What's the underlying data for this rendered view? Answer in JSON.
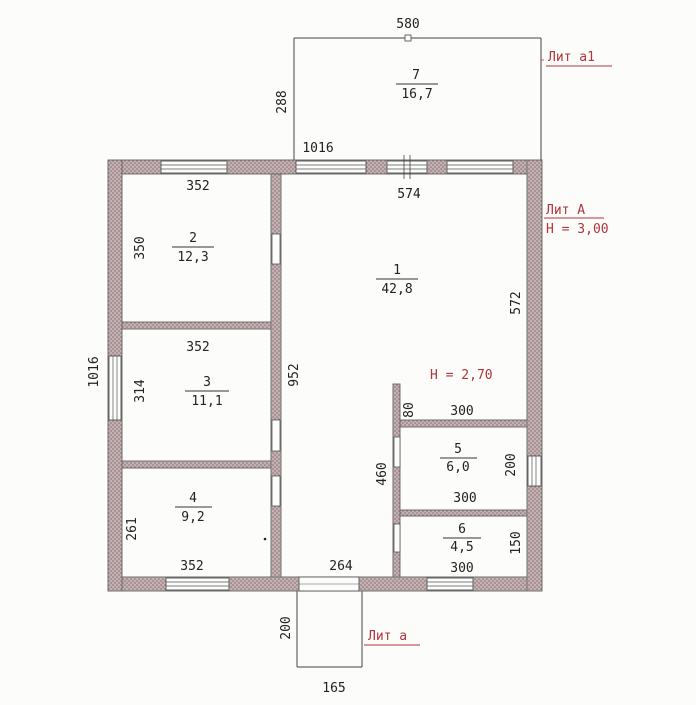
{
  "plan": {
    "overall": {
      "top_annex_width": "580",
      "top_annex_depth": "288",
      "top_wall_segment": "1016",
      "left_height": "1016",
      "door_annex_depth": "200",
      "door_annex_width": "165"
    },
    "labels": {
      "lit_a1": "Лит а1",
      "lit_A": "Лит А",
      "height_A": "H = 3,00",
      "lit_a": "Лит а",
      "height_room1": "H = 2,70"
    },
    "rooms": [
      {
        "number": "7",
        "area": "16,7"
      },
      {
        "number": "2",
        "area": "12,3"
      },
      {
        "number": "1",
        "area": "42,8"
      },
      {
        "number": "3",
        "area": "11,1"
      },
      {
        "number": "4",
        "area": "9,2"
      },
      {
        "number": "5",
        "area": "6,0"
      },
      {
        "number": "6",
        "area": "4,5"
      }
    ],
    "dims": {
      "room2_width": "352",
      "room2_height": "350",
      "room3_width": "352",
      "room3_height": "314",
      "room4_height": "261",
      "room4_width": "352",
      "room1_width": "574",
      "room1_right_height": "572",
      "room1_left_height": "952",
      "partition_80": "80",
      "room5_top_width": "300",
      "room5_height": "200",
      "room5_bottom_width": "300",
      "corridor_460": "460",
      "room6_height": "150",
      "room6_width": "300",
      "bottom_264": "264"
    }
  }
}
